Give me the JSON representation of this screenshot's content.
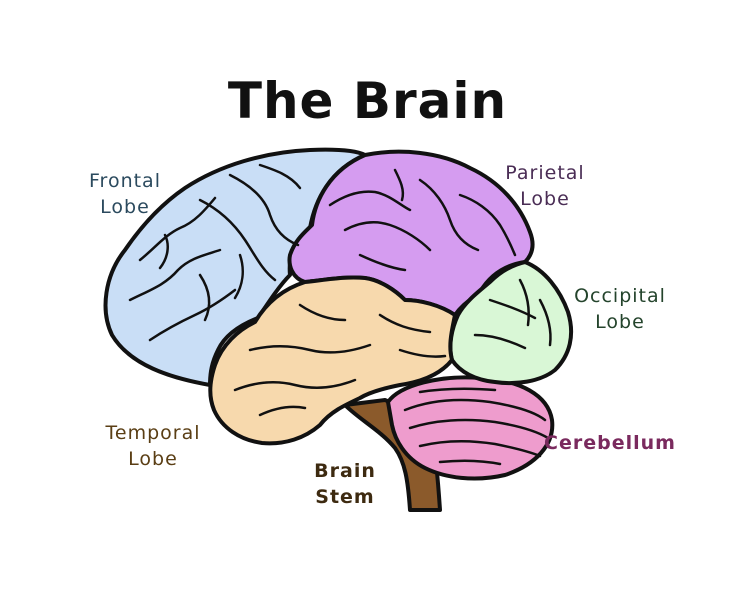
{
  "title": "The Brain",
  "labels": {
    "frontal": {
      "line1": "Frontal",
      "line2": "Lobe"
    },
    "parietal": {
      "line1": "Parietal",
      "line2": "Lobe"
    },
    "occipital": {
      "line1": "Occipital",
      "line2": "Lobe"
    },
    "temporal": {
      "line1": "Temporal",
      "line2": "Lobe"
    },
    "stem": {
      "line1": "Brain",
      "line2": "Stem"
    },
    "cerebellum": {
      "line1": "Cerebellum"
    }
  },
  "colors": {
    "frontal": "#c9def6",
    "parietal": "#d59cf0",
    "occipital": "#d9f7d6",
    "temporal": "#f7d9ad",
    "cerebellum": "#ee9ccd",
    "stem": "#8b5a2b",
    "outline": "#111111"
  }
}
